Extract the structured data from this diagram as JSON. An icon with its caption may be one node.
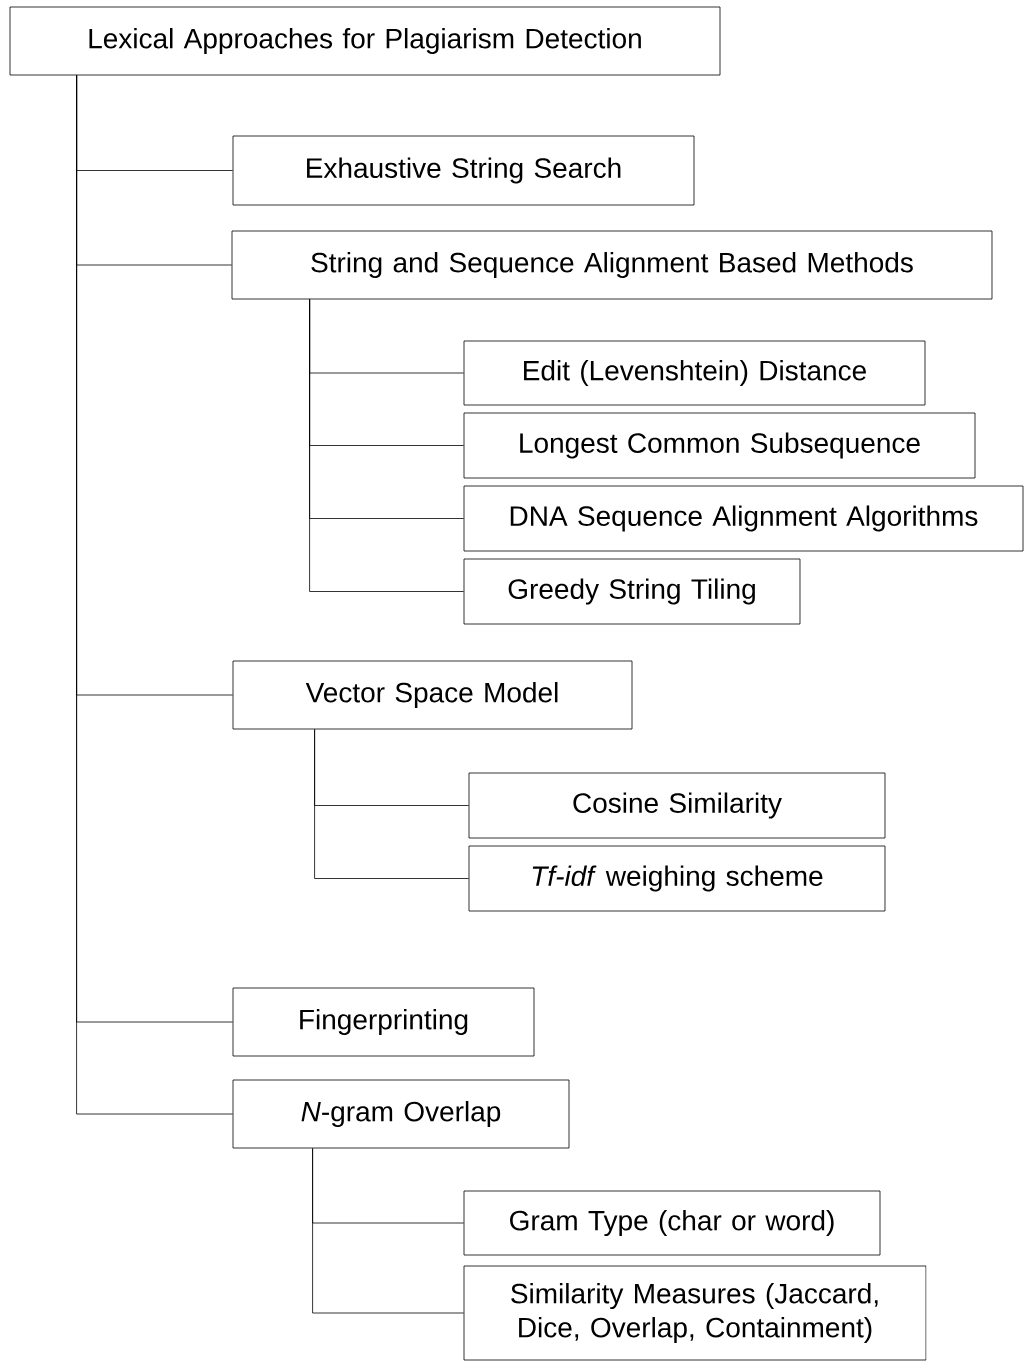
{
  "diagram": {
    "nodes": [
      {
        "text": [
          "Lexical Approaches for Plagiarism Detection"
        ]
      },
      {
        "text": [
          "Exhaustive String Search"
        ]
      },
      {
        "text": [
          "String and Sequence Alignment Based Methods"
        ]
      },
      {
        "text": [
          "Edit (Levenshtein) Distance"
        ]
      },
      {
        "text": [
          "Longest Common Subsequence"
        ]
      },
      {
        "text": [
          "DNA Sequence Alignment Algorithms"
        ]
      },
      {
        "text": [
          "Greedy String Tiling"
        ]
      },
      {
        "text": [
          "Vector Space Model"
        ]
      },
      {
        "text": [
          "Cosine Similarity"
        ]
      },
      {
        "text": [
          "*Tf-idf* weighing scheme"
        ]
      },
      {
        "text": [
          "Fingerprinting"
        ]
      },
      {
        "text": [
          "*N*-gram Overlap"
        ]
      },
      {
        "text": [
          "Gram Type (char or word)"
        ]
      },
      {
        "text": [
          "Similarity Measures (Jaccard, Dice, Overlap, Containment)"
        ]
      }
    ],
    "edges": [
      {
        "from": 0,
        "to": 1,
        "arrow": "none"
      },
      {
        "from": 0,
        "to": 2,
        "arrow": "none"
      },
      {
        "from": 2,
        "to": 3,
        "arrow": "none"
      },
      {
        "from": 2,
        "to": 4,
        "arrow": "none"
      },
      {
        "from": 2,
        "to": 5,
        "arrow": "none"
      },
      {
        "from": 2,
        "to": 6,
        "arrow": "none"
      },
      {
        "from": 0,
        "to": 7,
        "arrow": "none"
      },
      {
        "from": 7,
        "to": 8,
        "arrow": "none"
      },
      {
        "from": 7,
        "to": 9,
        "arrow": "none"
      },
      {
        "from": 0,
        "to": 10,
        "arrow": "none"
      },
      {
        "from": 0,
        "to": 11,
        "arrow": "none"
      },
      {
        "from": 11,
        "to": 12,
        "arrow": "none"
      },
      {
        "from": 11,
        "to": 13,
        "arrow": "none"
      }
    ]
  }
}
